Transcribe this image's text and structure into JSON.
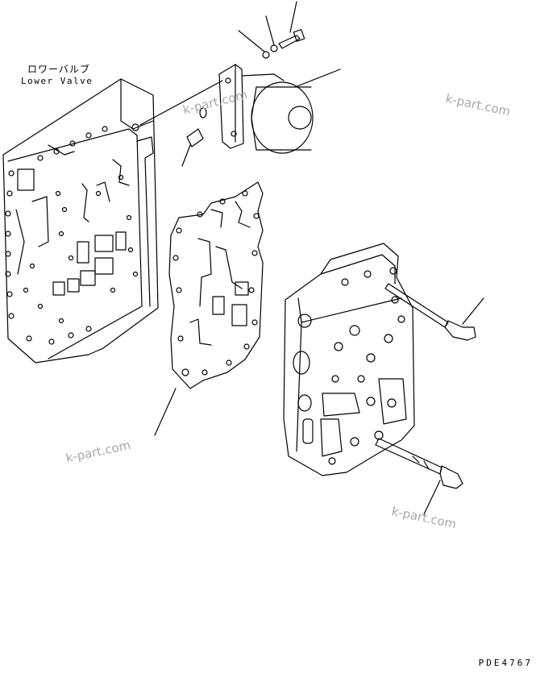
{
  "labels": {
    "lower_valve_jp": "ロワーバルブ",
    "lower_valve_en": "Lower Valve"
  },
  "watermarks": [
    "k-part.com",
    "k-part.com",
    "k-part.com",
    "k-part.com"
  ],
  "drawing_code": "PDE4767",
  "colors": {
    "line": "#000000",
    "watermark": "#a8a8a8",
    "background": "#ffffff"
  }
}
